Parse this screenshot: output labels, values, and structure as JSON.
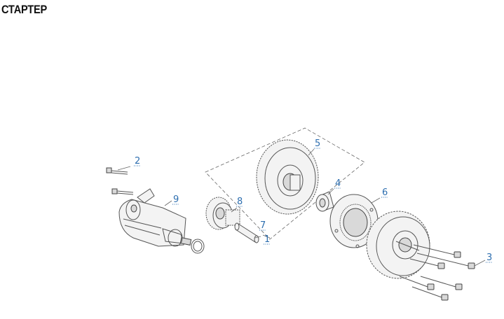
{
  "title": "СТАРТЕР",
  "callouts": [
    {
      "id": "1",
      "label": "1"
    },
    {
      "id": "2",
      "label": "2"
    },
    {
      "id": "3",
      "label": "3"
    },
    {
      "id": "4",
      "label": "4"
    },
    {
      "id": "5",
      "label": "5"
    },
    {
      "id": "6",
      "label": "6"
    },
    {
      "id": "7",
      "label": "7"
    },
    {
      "id": "8",
      "label": "8"
    },
    {
      "id": "9",
      "label": "9"
    }
  ],
  "colors": {
    "callout": "#2e6fb0",
    "line": "#555555"
  }
}
